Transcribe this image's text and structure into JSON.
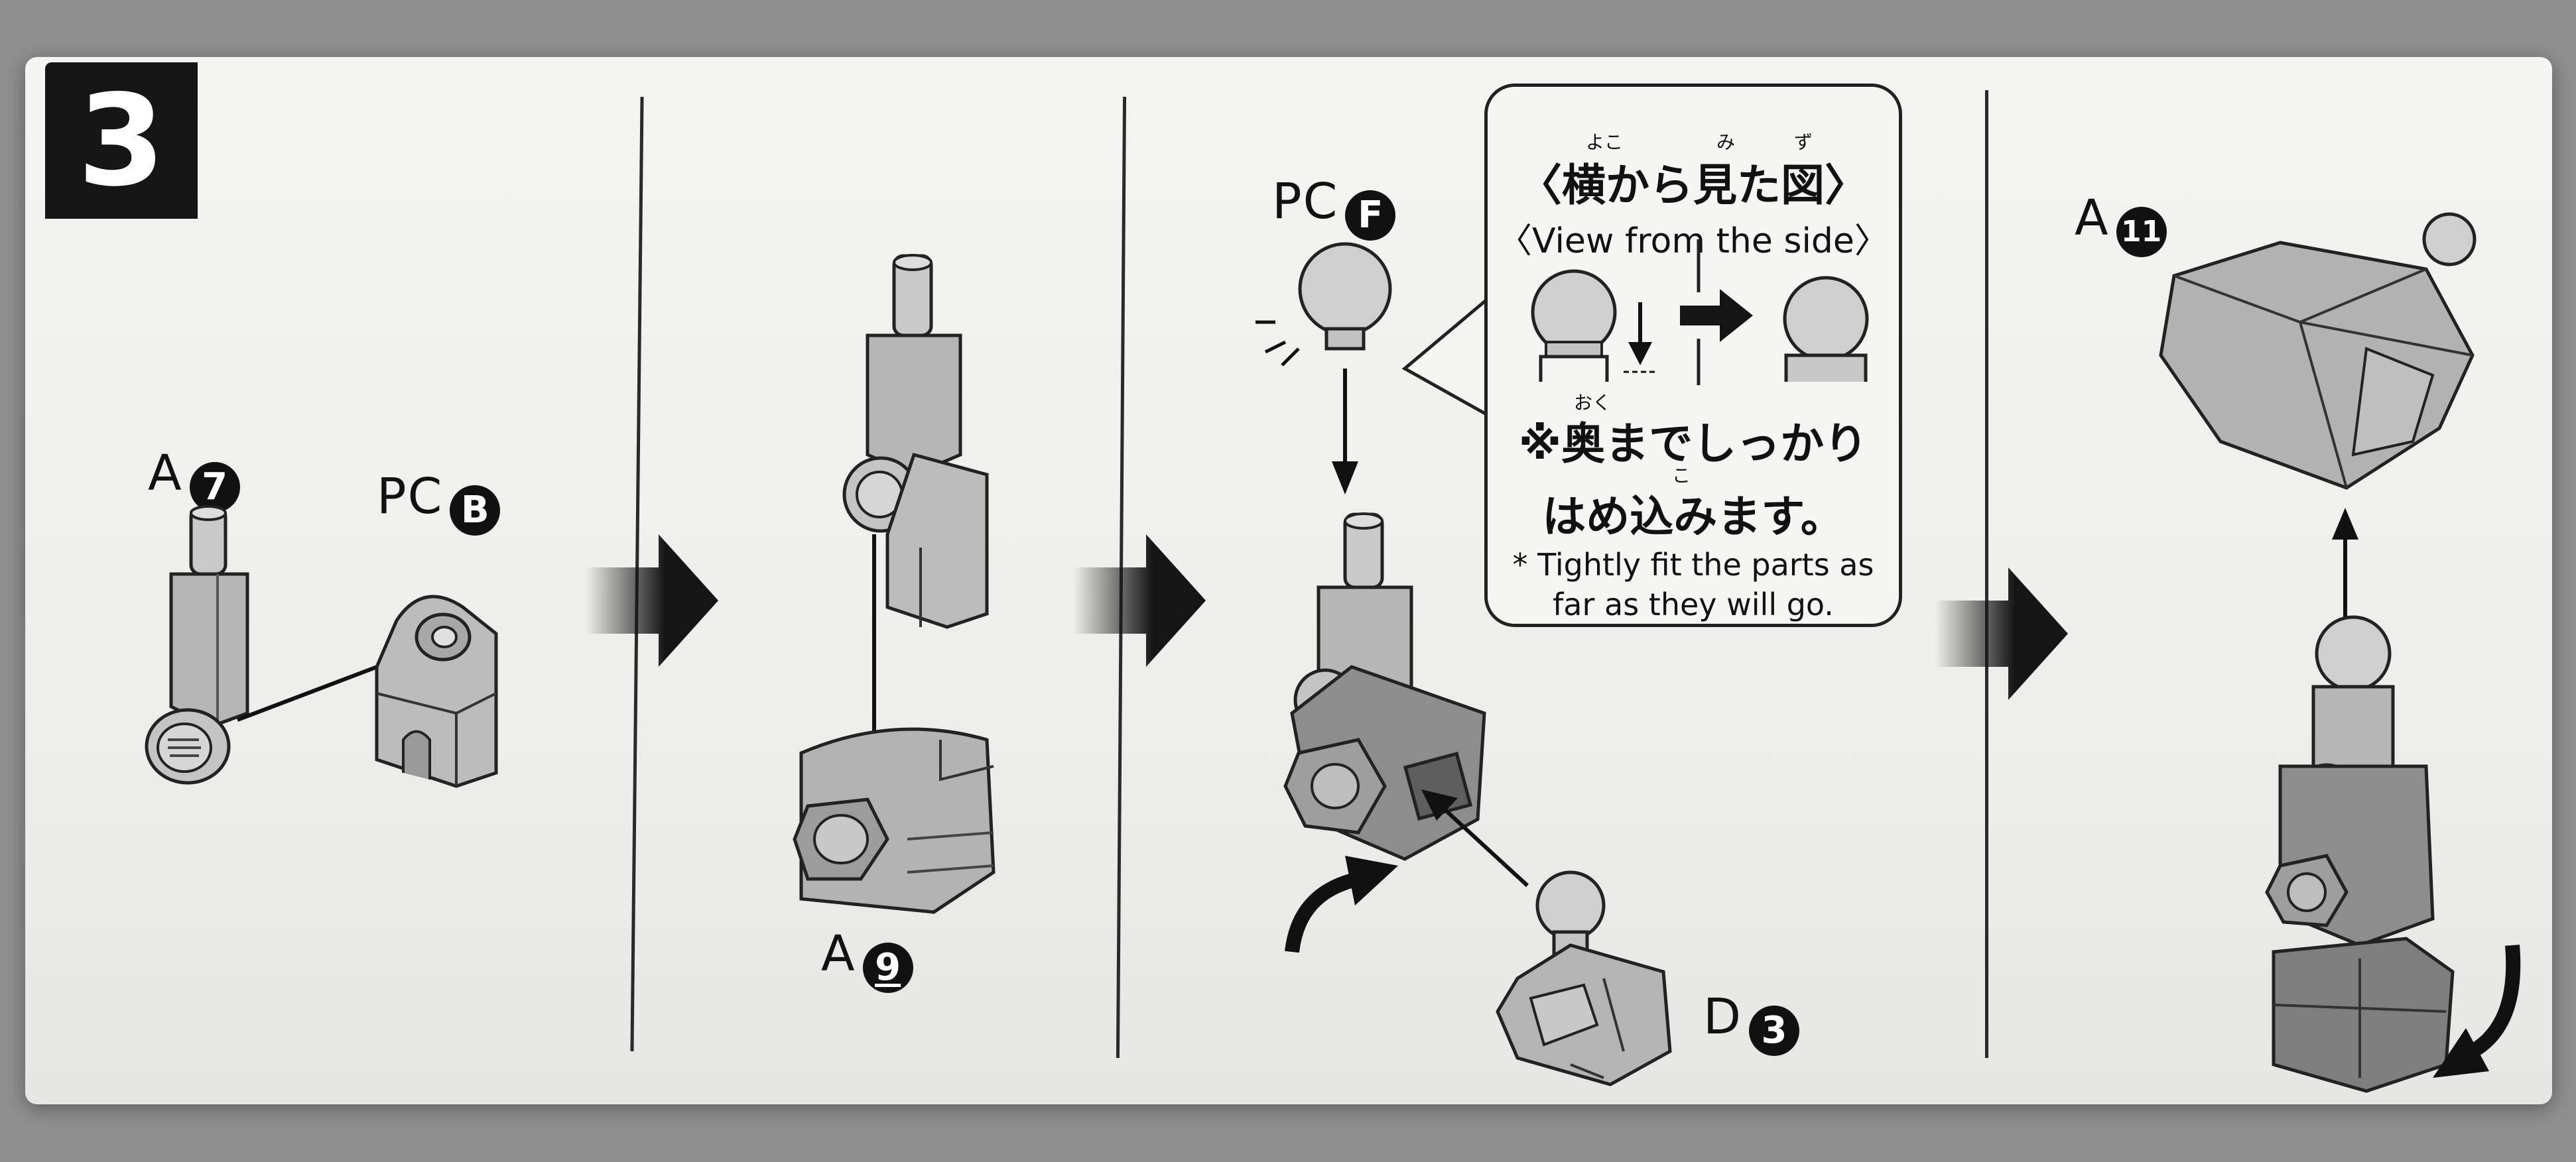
{
  "step": {
    "number": "3"
  },
  "parts": {
    "a7": {
      "prefix": "A",
      "num": "7"
    },
    "pcb": {
      "prefix": "PC",
      "num": "B"
    },
    "a9": {
      "prefix": "A",
      "num": "9"
    },
    "pcf": {
      "prefix": "PC",
      "num": "F"
    },
    "d3": {
      "prefix": "D",
      "num": "3"
    },
    "a11": {
      "prefix": "A",
      "num": "11"
    }
  },
  "callout": {
    "title_jp": "〈横から見た図〉",
    "title_ruby": {
      "yoko": "よこ",
      "mi": "み",
      "zu": "ず"
    },
    "title_en": "〈View from the side〉",
    "note_jp_line1": "※奥までしっかり",
    "note_jp_line2": "はめ込みます。",
    "note_ruby": {
      "oku": "おく",
      "ko": "こ"
    },
    "note_en_line1": "* Tightly fit the parts as",
    "note_en_line2": "far as they will go."
  },
  "colors": {
    "part_fill": "#bdbdbd",
    "part_dark": "#8a8a8a",
    "ink": "#151515",
    "paper": "#f2f2f0"
  }
}
